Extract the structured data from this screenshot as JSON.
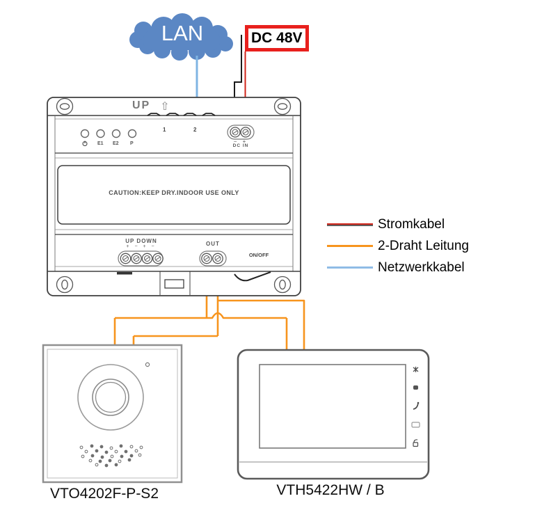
{
  "lan_label": "LAN",
  "dc_power_label": "DC 48V",
  "psu": {
    "up_label": "UP",
    "up_arrow": "⇧",
    "led_labels": [
      "E1",
      "E2",
      "P"
    ],
    "port_numbers": [
      "1",
      "2"
    ],
    "dc_polarity": "−  +",
    "dc_in_label": "DC IN",
    "caution_text": "CAUTION:KEEP DRY.INDOOR USE ONLY",
    "dip_label": "UP DOWN",
    "dip_symbols": "+ − + −",
    "out_label": "OUT",
    "onoff_label": "ON/OFF"
  },
  "legend": {
    "items": [
      {
        "label": "Stromkabel",
        "colors": [
          "#cf2318",
          "#5f5f5f"
        ]
      },
      {
        "label": "2-Draht Leitung",
        "colors": [
          "#f7941d"
        ]
      },
      {
        "label": "Netzwerkkabel",
        "colors": [
          "#8fbce6"
        ]
      }
    ]
  },
  "devices": {
    "door_station_model": "VTO4202F-P-S2",
    "indoor_monitor_model": "VTH5422HW / B"
  },
  "colors": {
    "cloud": "#5b87c4",
    "dc_box_border": "#e8201d",
    "power_wire_red": "#cf2318",
    "power_wire_black": "#1a1a1a",
    "two_wire": "#f7941d",
    "network_wire": "#7fb4e3"
  }
}
